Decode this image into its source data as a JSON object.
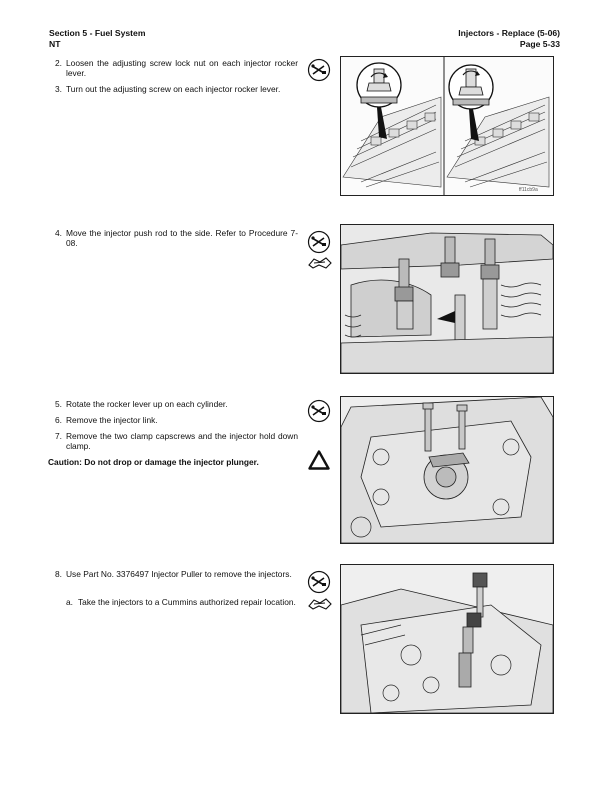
{
  "header": {
    "section": "Section 5 - Fuel System",
    "model": "NT",
    "title": "Injectors - Replace (5-06)",
    "page": "Page 5-33"
  },
  "steps": [
    {
      "num": "2.",
      "text": "Loosen the adjusting screw lock nut on each injector rocker lever."
    },
    {
      "num": "3.",
      "text": "Turn out the adjusting screw on each injector rocker lever."
    },
    {
      "num": "4.",
      "text": "Move the injector push rod to the side. Refer to Procedure 7-08."
    },
    {
      "num": "5.",
      "text": "Rotate the rocker lever up on each cylinder."
    },
    {
      "num": "6.",
      "text": "Remove the injector link."
    },
    {
      "num": "7.",
      "text": "Remove the two clamp capscrews and the injector hold down clamp."
    },
    {
      "num": "8.",
      "text": "Use Part No. 3376497 Injector Puller to remove the injectors."
    }
  ],
  "substeps": [
    {
      "num": "a.",
      "text": "Take the injectors to a Cummins authorized repair location."
    }
  ],
  "caution": "Caution: Do not drop or damage the injector plunger.",
  "figures": {
    "fig1_code": "ff11cb9a"
  },
  "icons": {
    "tool": "wrench-screwdriver-icon",
    "part": "part-icon",
    "warning": "caution-triangle-icon"
  }
}
